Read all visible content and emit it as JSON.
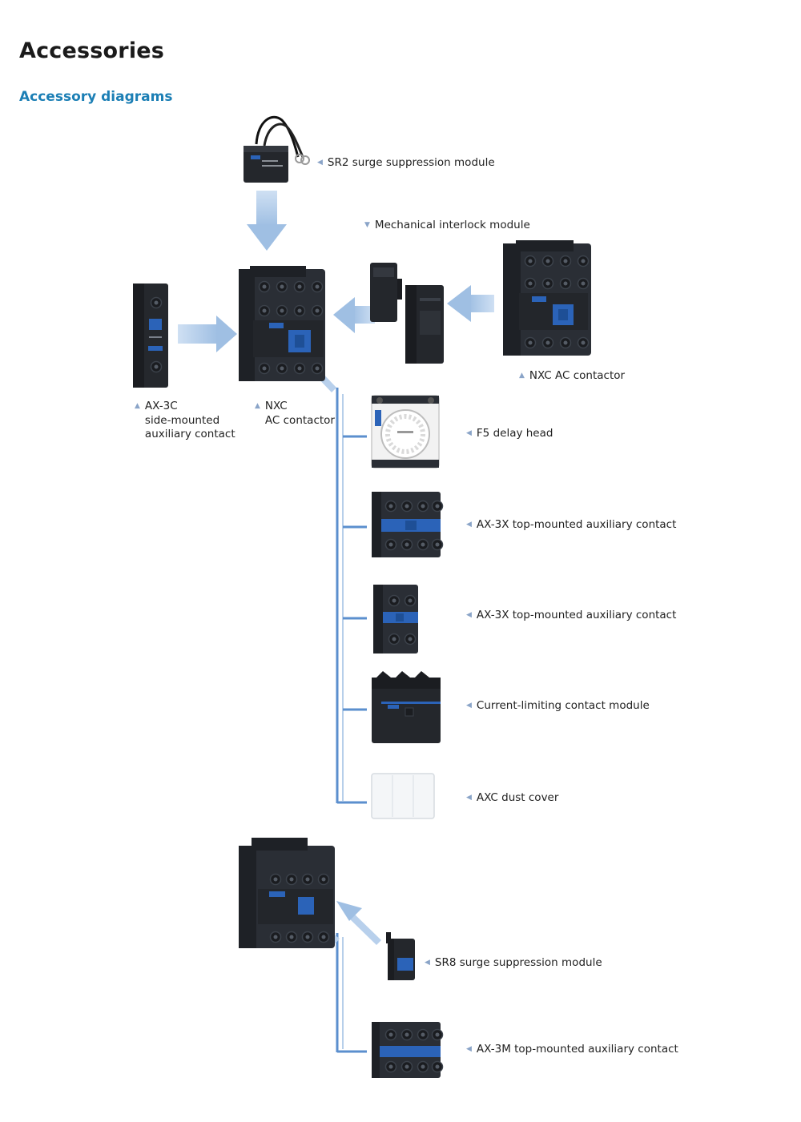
{
  "page": {
    "title": "Accessories",
    "subtitle": "Accessory diagrams"
  },
  "labels": {
    "sr2": "SR2 surge suppression module",
    "interlock": "Mechanical interlock module",
    "nxc_right": "NXC AC contactor",
    "ax3c_line1": "AX-3C",
    "ax3c_line2": "side-mounted",
    "ax3c_line3": "auxiliary contact",
    "nxc_center_line1": "NXC",
    "nxc_center_line2": "AC contactor",
    "f5": "F5 delay head",
    "ax3x_a": "AX-3X top-mounted auxiliary contact",
    "ax3x_b": "AX-3X top-mounted auxiliary contact",
    "current_limit": "Current-limiting contact module",
    "dust_cover": "AXC dust cover",
    "sr8": "SR8 surge suppression module",
    "ax3m": "AX-3M top-mounted auxiliary contact"
  },
  "icons": {
    "pointer_left": "triangle-left-icon",
    "pointer_up": "triangle-up-icon",
    "pointer_down": "triangle-down-icon"
  },
  "colors": {
    "accent": "#1c7fb5",
    "arrow": "#a9c6e6",
    "connector": "#5b8fce",
    "device": "#2a2e35",
    "terminal_blue": "#2b63b8"
  }
}
